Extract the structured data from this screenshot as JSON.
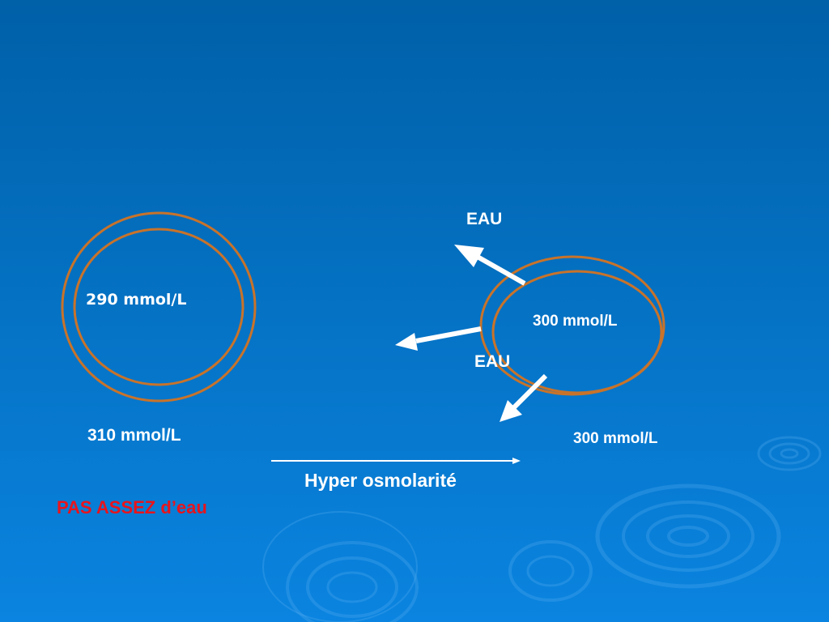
{
  "colors": {
    "background_top": "#0060a8",
    "background_bottom": "#0a84e0",
    "membrane": "#c8732a",
    "arrow": "#ffffff",
    "text": "#ffffff",
    "warning_text": "#e8141c"
  },
  "left_cell": {
    "inside_concentration": "290 mmol/L",
    "outside_concentration": "310 mmol/L"
  },
  "right_cell": {
    "inside_concentration": "300 mmol/L",
    "outside_concentration": "300 mmol/L"
  },
  "water_labels": {
    "top": "EAU",
    "middle": "EAU"
  },
  "transition": {
    "label": "Hyper osmolarité"
  },
  "conclusion": "PAS ASSEZ d’eau"
}
